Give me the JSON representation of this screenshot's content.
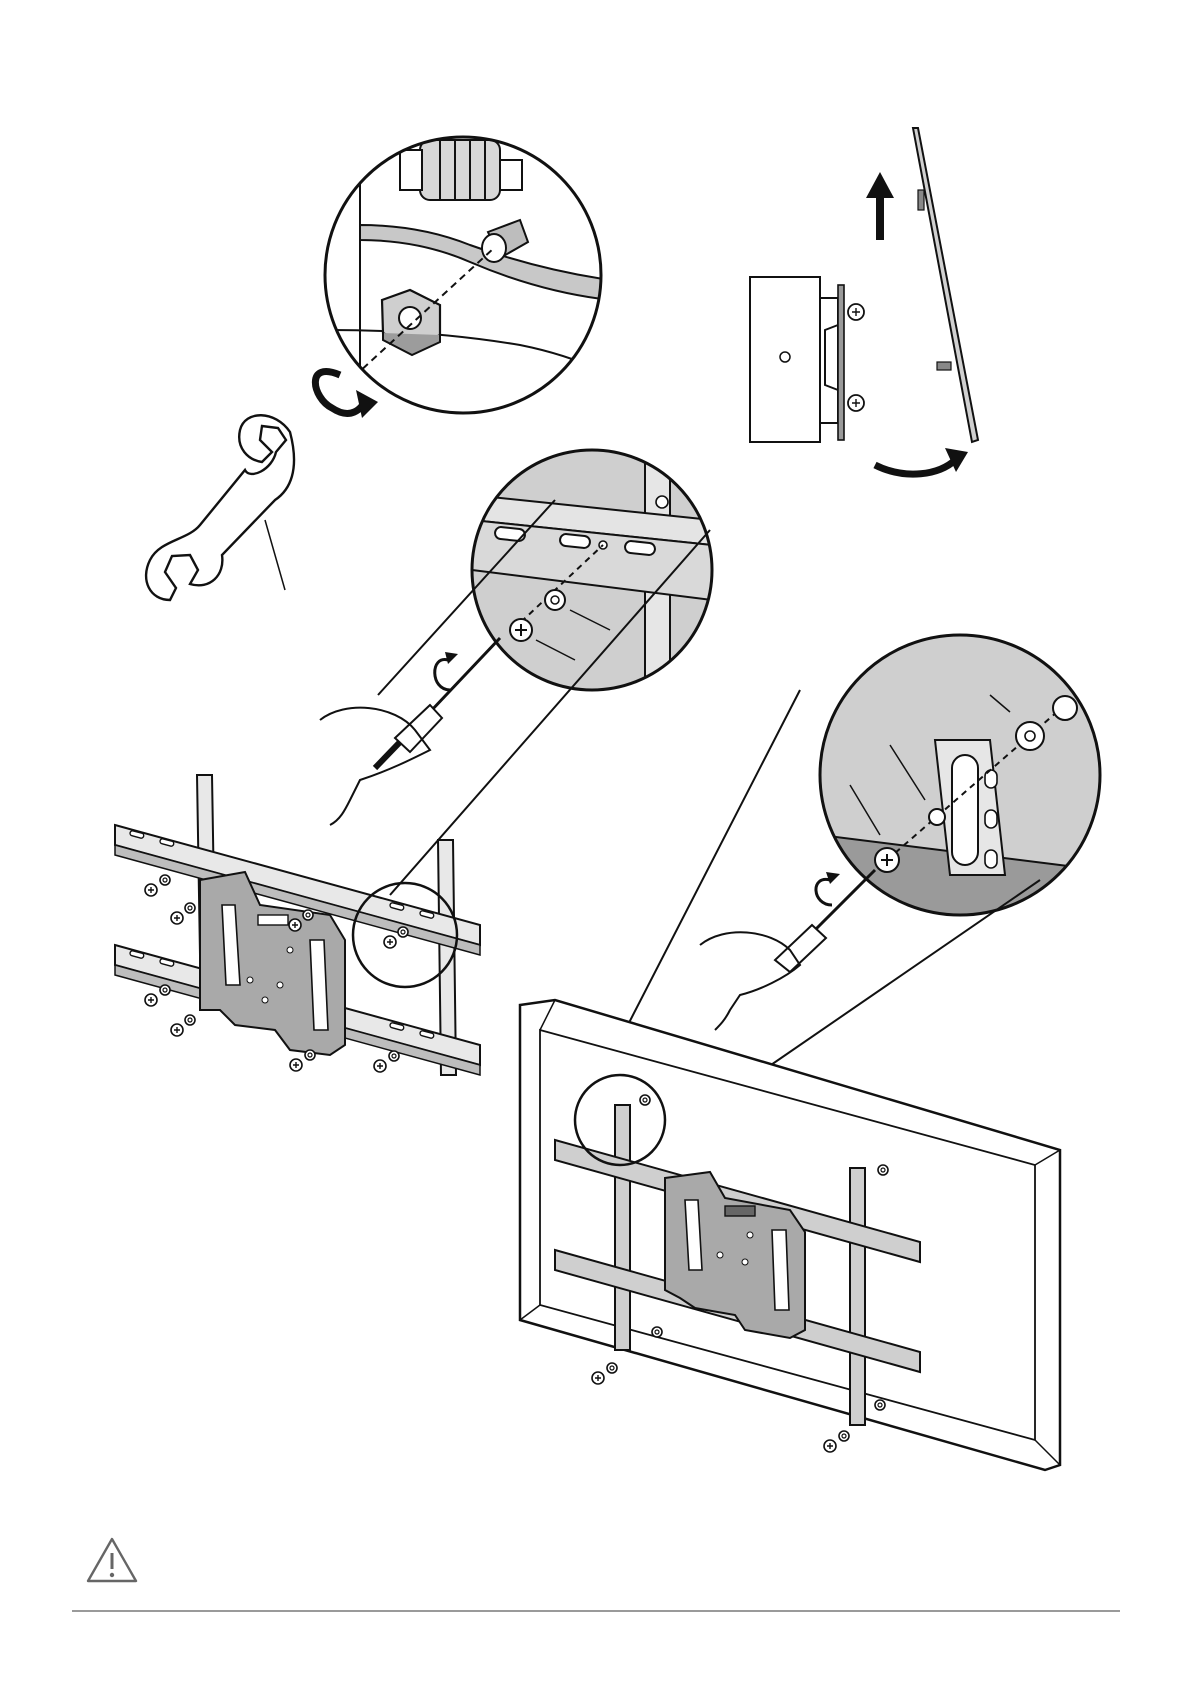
{
  "page": {
    "background": "#ffffff",
    "line_color": "#111111",
    "fill_light": "#ececec",
    "fill_mid": "#cfcfcf",
    "fill_dark": "#6f6f6f",
    "rule_color": "#9a9a9a"
  },
  "panels": [
    {
      "name": "nut-tightening-detail",
      "icons": [
        "wrench-icon",
        "hex-nut-icon",
        "rotate-arrow-icon"
      ]
    },
    {
      "name": "wall-hook-side-view",
      "icons": [
        "up-arrow-icon",
        "curved-arrow-icon",
        "wall-plate-icon"
      ]
    },
    {
      "name": "bracket-screw-detail",
      "icons": [
        "screwdriver-icon",
        "screw-icon",
        "washer-icon"
      ]
    },
    {
      "name": "bracket-assembly",
      "icons": [
        "mount-plate-icon",
        "rail-icon",
        "screw-icon"
      ]
    },
    {
      "name": "tv-mounting-detail",
      "icons": [
        "screwdriver-icon",
        "screw-icon",
        "washer-icon",
        "spacer-icon"
      ]
    },
    {
      "name": "tv-back-assembly",
      "icons": [
        "tv-panel-icon",
        "mount-plate-icon",
        "rail-icon"
      ]
    }
  ],
  "warning": {
    "icon": "warning-triangle-icon"
  }
}
